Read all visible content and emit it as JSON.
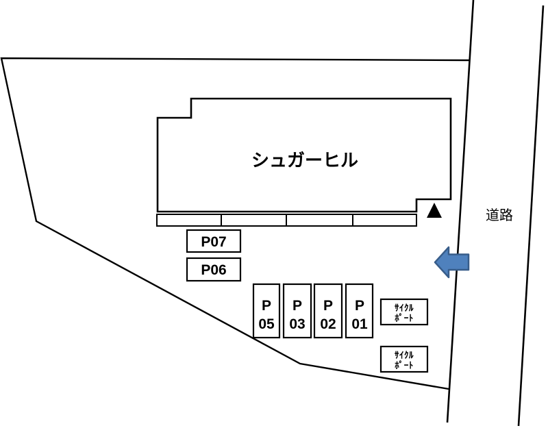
{
  "site_plan": {
    "building": {
      "label": "シュガーヒル"
    },
    "road": {
      "label": "道路"
    },
    "parking_wide": [
      {
        "label": "P07"
      },
      {
        "label": "P06"
      }
    ],
    "parking_stalls": [
      {
        "line1": "P",
        "line2": "05"
      },
      {
        "line1": "P",
        "line2": "03"
      },
      {
        "line1": "P",
        "line2": "02"
      },
      {
        "line1": "P",
        "line2": "01"
      }
    ],
    "cycle_ports": [
      {
        "line1": "ｻｲｸﾙ",
        "line2": "ﾎﾟｰﾄ"
      },
      {
        "line1": "ｻｲｸﾙ",
        "line2": "ﾎﾟｰﾄ"
      }
    ],
    "colors": {
      "line": "#000000",
      "arrow_fill": "#4F81BD",
      "arrow_stroke": "#385D8A"
    }
  }
}
